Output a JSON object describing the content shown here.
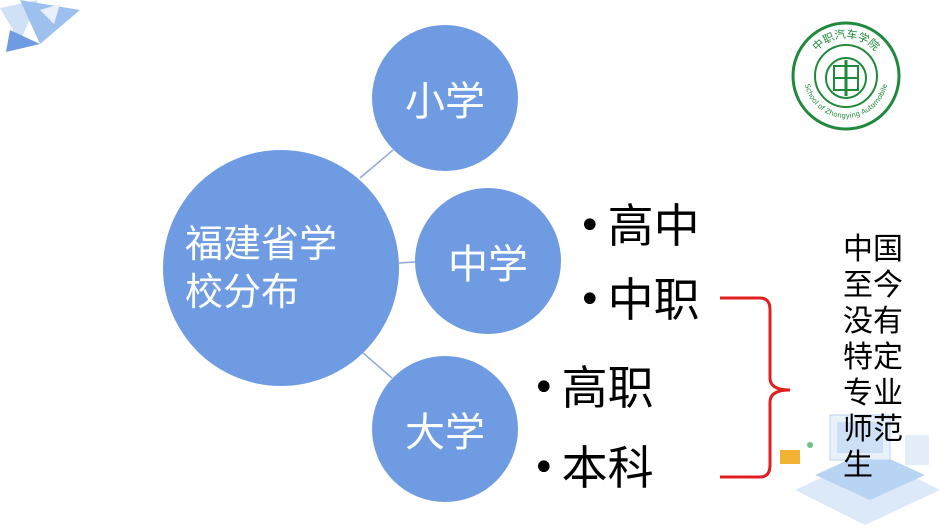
{
  "main_circle": {
    "line1": "福建省学",
    "line2": "校分布"
  },
  "branches": [
    {
      "label": "小学"
    },
    {
      "label": "中学"
    },
    {
      "label": "大学"
    }
  ],
  "middle_items": [
    "高中",
    "中职"
  ],
  "university_items": [
    "高职",
    "本科"
  ],
  "bullet_symbol": "•",
  "note": "中国至今没有特定专业师范生",
  "logo": {
    "cn_text": "中职汽车学院",
    "en_text": "School of Zhongying Automobile"
  },
  "colors": {
    "circle": "#6f9be2",
    "bracket": "#e02020",
    "logo": "#1f8a3b",
    "connector": "#8fa9d6"
  }
}
